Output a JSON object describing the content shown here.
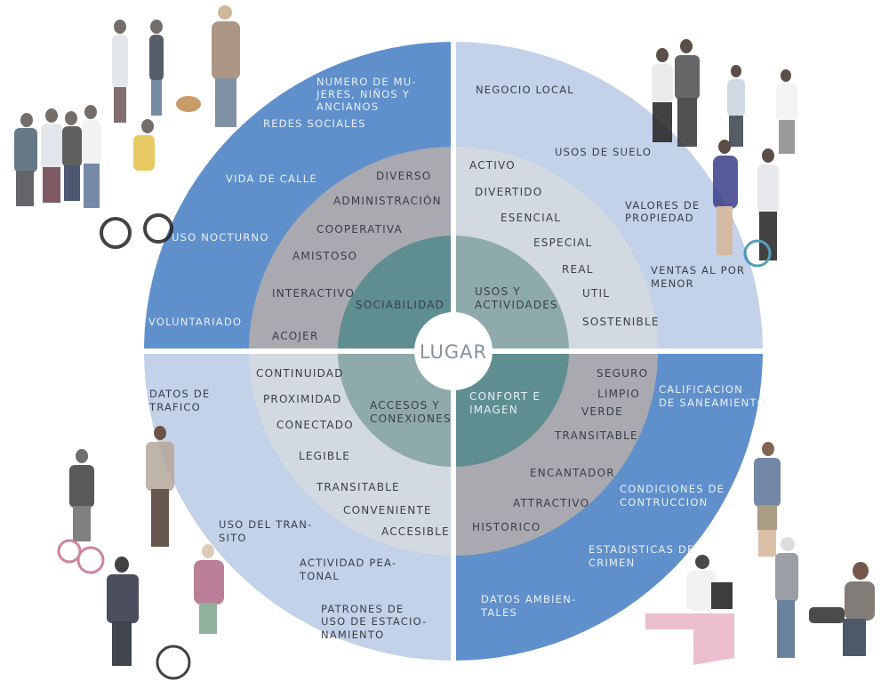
{
  "center_label": "LUGAR",
  "colors": {
    "dark_blue": "#5f90cc",
    "light_blue": "#c3d1e9",
    "mid_gray": "#a9a9af",
    "light_gray": "#d2d9e1",
    "dark_teal": "#5e8e90",
    "light_teal": "#8faaaa",
    "center": "#ffffff",
    "text_dark": "#3b3f48",
    "text_light": "#e9eef6",
    "separator": "#ffffff"
  },
  "quadrants": {
    "top_left": {
      "core": "SOCIABILIDAD",
      "attributes": [
        "DIVERSO",
        "ADMINISTRACIÓN",
        "COOPERATIVA",
        "AMISTOSO",
        "INTERACTIVO",
        "ACOJER"
      ],
      "measurements": [
        "NUMERO DE MU-",
        "JERES, NIÑOS Y",
        "ANCIANOS",
        "REDES SOCIALES",
        "VIDA DE CALLE",
        "USO NOCTURNO",
        "VOLUNTARIADO"
      ]
    },
    "top_right": {
      "core": [
        "USOS Y",
        "ACTIVIDADES"
      ],
      "attributes": [
        "ACTIVO",
        "DIVERTIDO",
        "ESENCIAL",
        "ESPECIAL",
        "REAL",
        "UTIL",
        "SOSTENIBLE"
      ],
      "measurements": [
        "NEGOCIO LOCAL",
        "USOS DE SUELO",
        "VALORES DE",
        "PROPIEDAD",
        "VENTAS AL POR",
        "MENOR"
      ]
    },
    "bottom_left": {
      "core": [
        "ACCESOS Y",
        "CONEXIONES"
      ],
      "attributes": [
        "CONTINUIDAD",
        "PROXIMIDAD",
        "CONECTADO",
        "LEGIBLE",
        "TRANSITABLE",
        "CONVENIENTE",
        "ACCESIBLE"
      ],
      "measurements": [
        "DATOS DE",
        "TRAFICO",
        "USO DEL TRAN-",
        "SITO",
        "ACTIVIDAD PEA-",
        "TONAL",
        "PATRONES DE",
        "USO DE ESTACIO-",
        "NAMIENTO"
      ]
    },
    "bottom_right": {
      "core": [
        "CONFORT E",
        "IMAGEN"
      ],
      "attributes": [
        "SEGURO",
        "LIMPIO",
        "VERDE",
        "TRANSITABLE",
        "ENCANTADOR",
        "ATTRACTIVO",
        "HISTORICO"
      ],
      "measurements": [
        "CALIFICACION",
        "DE SANEAMIENTO",
        "CONDICIONES DE",
        "CONTRUCCION",
        "ESTADISTICAS DE",
        "CRIMEN",
        "DATOS AMBIEN-",
        "TALES"
      ]
    }
  }
}
